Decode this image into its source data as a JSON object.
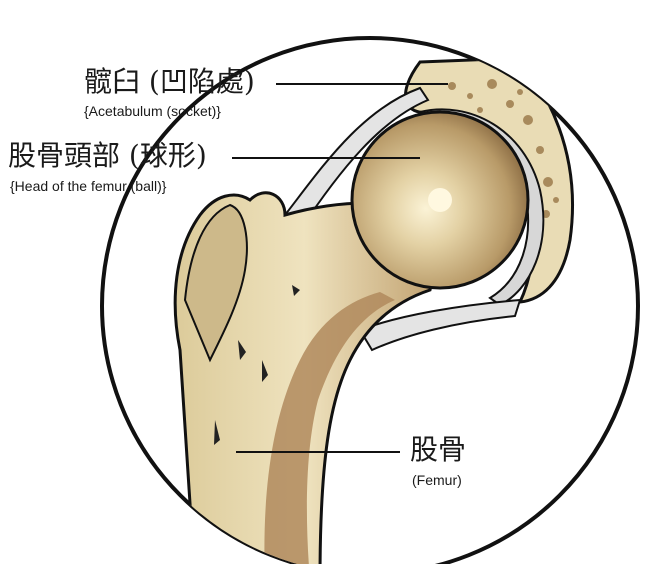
{
  "labels": {
    "acetabulum": {
      "zh": "髋臼 (凹陷處)",
      "en": "{Acetabulum (socket)}"
    },
    "femoral_head": {
      "zh": "股骨頭部 (球形)",
      "en": "{Head of the femur (ball)}"
    },
    "femur": {
      "zh": "股骨",
      "en": "(Femur)"
    }
  },
  "colors": {
    "outline": "#111111",
    "bone_light": "#efe5c6",
    "bone_mid": "#dccd9f",
    "bone_shadow": "#a8875e",
    "bone_dark": "#7d5a3a",
    "cartilage": "#c9c9c9",
    "head_fill": "#cfb88a"
  }
}
